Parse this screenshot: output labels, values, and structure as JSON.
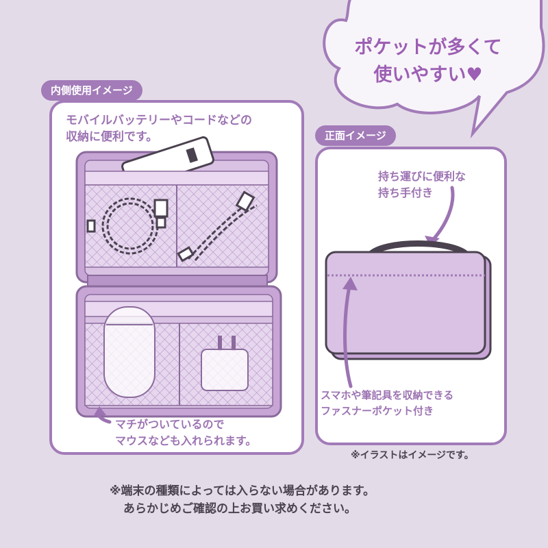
{
  "bubble": {
    "line1": "ポケットが多くて",
    "line2": "使いやすい♥"
  },
  "inner": {
    "tag": "内側使用イメージ",
    "caption_line1": "モバイルバッテリーやコードなどの",
    "caption_line2": "収納に便利です。",
    "note_line1": "マチがついているので",
    "note_line2": "マウスなども入れられます。"
  },
  "front": {
    "tag": "正面イメージ",
    "handle_line1": "持ち運びに便利な",
    "handle_line2": "持ち手付き",
    "pocket_line1": "スマホや筆記具を収納できる",
    "pocket_line2": "ファスナーポケット付き"
  },
  "illustration_note": "※イラストはイメージです。",
  "footer": {
    "line1": "※端末の種類によっては入らない場合があります。",
    "line2": "あらかじめご確認の上お買い求めください。"
  },
  "colors": {
    "background": "#e4dbe9",
    "accent": "#a27bb8",
    "case_fill": "#d9c2e3",
    "text_dark": "#4b4250"
  }
}
